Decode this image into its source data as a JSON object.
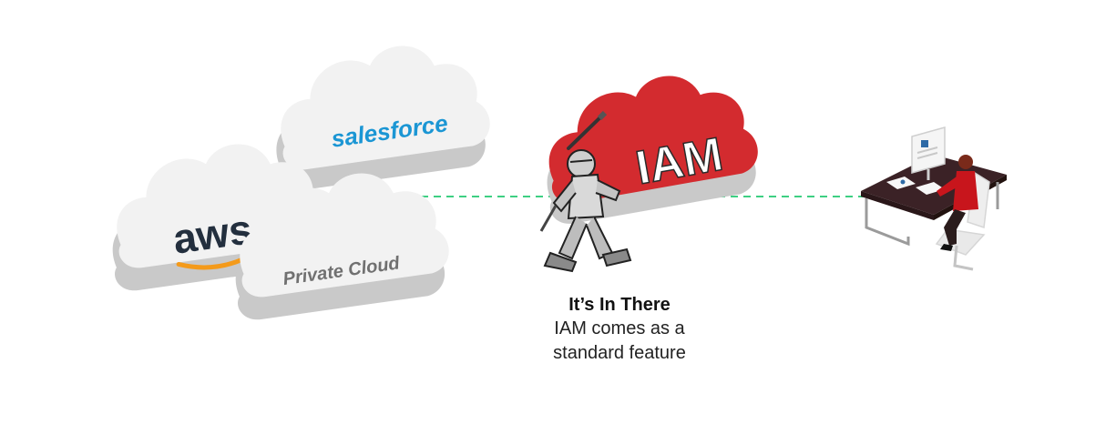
{
  "clouds": {
    "salesforce_label": "salesforce",
    "aws_label": "aws",
    "private_label": "Private Cloud",
    "iam_label": "IAM"
  },
  "caption": {
    "title": "It’s In There",
    "body_line1": "IAM comes as a",
    "body_line2": "standard feature"
  },
  "colors": {
    "cloud_face": "#f1f1f1",
    "cloud_side": "#c9c9c9",
    "iam_red": "#d32b2f",
    "salesforce_blue": "#1b96d4",
    "aws_navy": "#232f3e",
    "aws_orange": "#f49a1a",
    "connector_green": "#3ecf83"
  },
  "icons": [
    "knight-icon",
    "office-desk-icon",
    "woman-user-icon"
  ]
}
